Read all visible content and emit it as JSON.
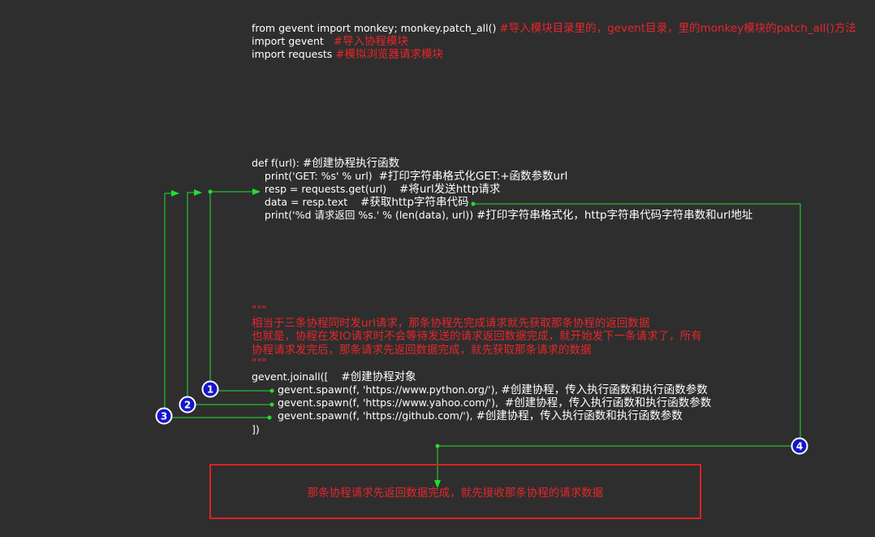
{
  "imports": [
    {
      "code": "from gevent import monkey; monkey.patch_all() ",
      "comment": "#导入模块目录里的，gevent目录，里的monkey模块的patch_all()方法"
    },
    {
      "code": "import gevent   ",
      "comment": "#导入协程模块"
    },
    {
      "code": "import requests ",
      "comment": "#模拟浏览器请求模块"
    }
  ],
  "func": [
    {
      "code": "def f(url): ",
      "comment": "#创建协程执行函数"
    },
    {
      "code": "    print('GET: %s' % url)  ",
      "comment": "#打印字符串格式化GET:+函数参数url"
    },
    {
      "code": "    resp = requests.get(url)    ",
      "comment": "#将url发送http请求"
    },
    {
      "code": "    data = resp.text    ",
      "comment": "#获取http字符串代码"
    },
    {
      "code": "    print('%d 请求返回 %s.' % (len(data), url)) ",
      "comment": "#打印字符串格式化，http字符串代码字符串数和url地址"
    }
  ],
  "docstring": {
    "open": "\"\"\"",
    "lines": [
      "相当于三条协程同时发url请求，那条协程先完成请求就先获取那条协程的返回数据",
      "也就是，协程在发IO请求时不会等待发送的请求返回数据完成，就开始发下一条请求了，所有",
      "协程请求发完后，那条请求先返回数据完成，就先获取那条请求的数据"
    ],
    "close": "\"\"\""
  },
  "joinall": {
    "code": "gevent.joinall([    ",
    "comment": "#创建协程对象"
  },
  "spawns": [
    {
      "code": "gevent.spawn(f, 'https://www.python.org/'), ",
      "comment": "#创建协程，传入执行函数和执行函数参数"
    },
    {
      "code": "gevent.spawn(f, 'https://www.yahoo.com/'),  ",
      "comment": "#创建协程，传入执行函数和执行函数参数"
    },
    {
      "code": "gevent.spawn(f, 'https://github.com/'), ",
      "comment": "#创建协程，传入执行函数和执行函数参数"
    }
  ],
  "closing": "])",
  "badges": [
    "1",
    "2",
    "3",
    "4"
  ],
  "result_text": "那条协程请求先返回数据完成，就先接收那条协程的请求数据",
  "colors": {
    "background": "#2e2e2e",
    "code": "#ffffff",
    "comment": "#e8262b",
    "arrow": "#22dd33",
    "badge": "#1515cc",
    "box": "#e02020"
  }
}
